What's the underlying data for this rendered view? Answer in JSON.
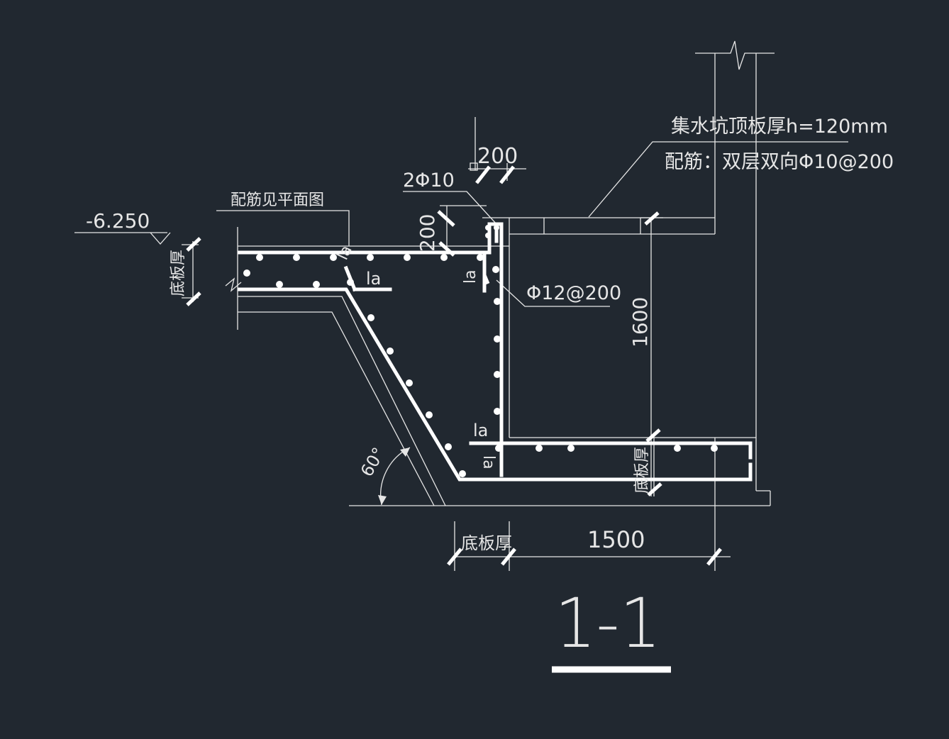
{
  "drawing": {
    "elevation_label": "-6.250",
    "slab_rebar_note": "配筋见平面图",
    "pit_top_slab_note": "集水坑顶板厚h=120mm",
    "pit_top_slab_rebar": "配筋：双层双向Φ10@200",
    "corner_bars": "2Φ10",
    "wall_rebar": "Φ12@200",
    "dim_200_top": "200",
    "dim_200_side": "200",
    "dim_1600": "1600",
    "dim_1500": "1500",
    "slab_thickness_left": "底板厚",
    "slab_thickness_right": "底板厚",
    "slab_thickness_bottom": "底板厚",
    "anchorage_la_1": "la",
    "anchorage_la_2": "la",
    "anchorage_la_3": "la",
    "anchorage_la_4": "la",
    "anchorage_la_5": "la",
    "angle_label": "60°",
    "section_title": "1-1"
  }
}
